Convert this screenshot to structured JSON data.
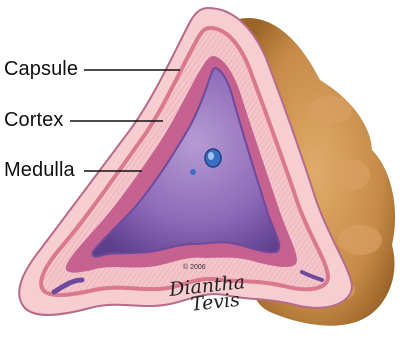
{
  "labels": {
    "capsule": "Capsule",
    "cortex": "Cortex",
    "medulla": "Medulla"
  },
  "credit": {
    "copyright": "© 2006",
    "signature_line1": "Diantha",
    "signature_line2": "Tevis"
  },
  "colors": {
    "capsule": "#f6cdd0",
    "cortex": "#e8879d",
    "cortex_inner": "#c0568a",
    "medulla": "#8e6ab8",
    "medulla_light": "#b69ad4",
    "fat": "#c58a46",
    "vessel": "#3b6fc4"
  }
}
